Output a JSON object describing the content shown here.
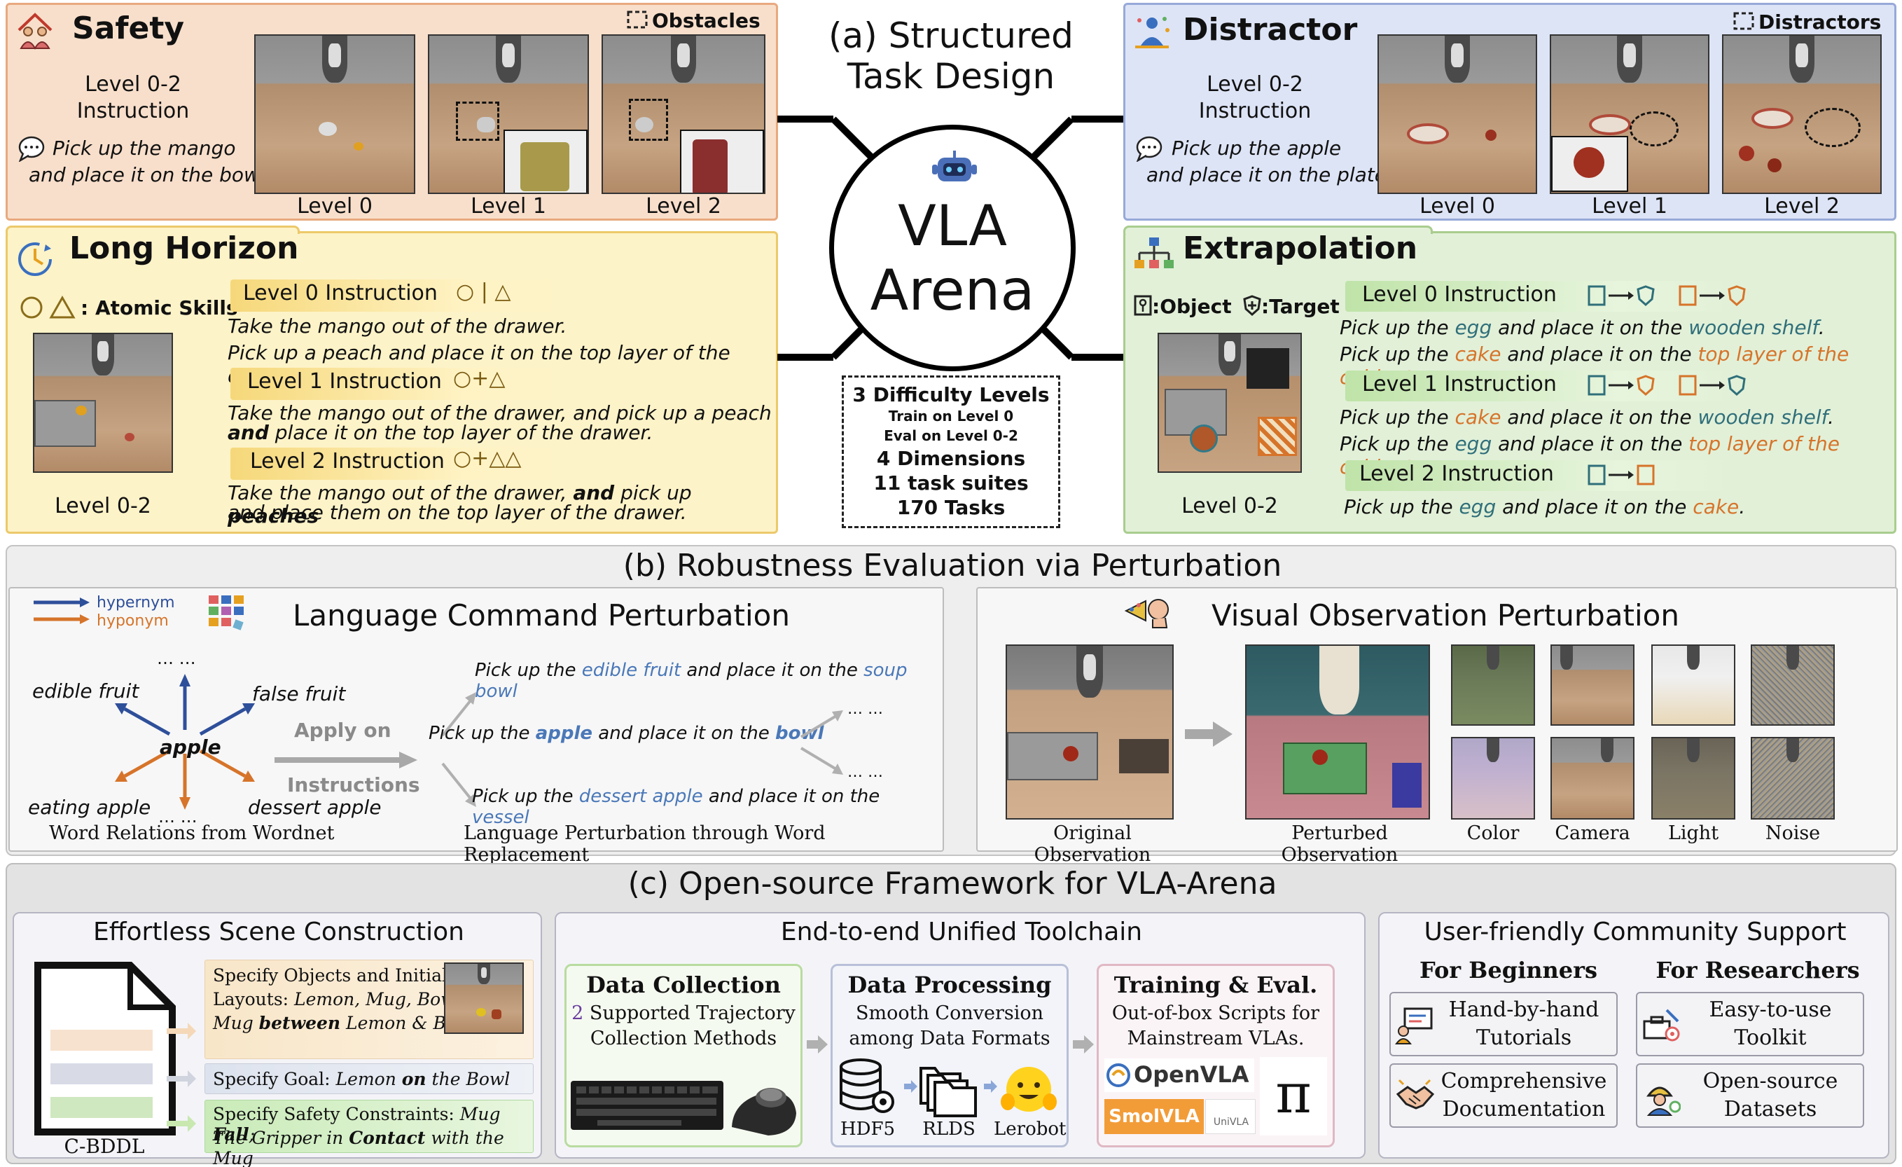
{
  "header": {
    "a_title_line1": "(a) Structured",
    "a_title_line2": "Task Design",
    "center_line1": "VLA",
    "center_line2": "Arena"
  },
  "summary": {
    "difficulty": "3 Difficulty Levels",
    "train": "Train on Level 0",
    "eval": "Eval on Level 0-2",
    "dimensions": "4 Dimensions",
    "suites": "11 task suites",
    "tasks": "170 Tasks"
  },
  "safety": {
    "title": "Safety",
    "obstacles": "Obstacles",
    "level_label_1": "Level 0-2",
    "level_label_2": "Instruction",
    "instr_1": "Pick up the mango",
    "instr_2": "and place it on the bowl",
    "levels": [
      "Level 0",
      "Level 1",
      "Level 2"
    ]
  },
  "distractor": {
    "title": "Distractor",
    "distractors": "Distractors",
    "level_label_1": "Level 0-2",
    "level_label_2": "Instruction",
    "instr_1": "Pick up the apple",
    "instr_2": "and place it on the plate",
    "levels": [
      "Level 0",
      "Level 1",
      "Level 2"
    ]
  },
  "long_horizon": {
    "title": "Long Horizon",
    "atomic": ": Atomic Skills",
    "level_caption": "Level 0-2",
    "l0_head": "Level 0 Instruction",
    "l0_sym": "○ | △",
    "l0_a": "Take the mango out of the drawer.",
    "l0_b": "Pick up a peach and place it on the top layer of the drawer.",
    "l1_head": "Level 1 Instruction",
    "l1_sym": "○+△",
    "l1_a": "Take the mango out of the drawer, and pick up a peach",
    "l1_b_bold": "and",
    "l1_b": " place it on the top layer of the drawer.",
    "l2_head": "Level 2 Instruction",
    "l2_sym": "○+△△",
    "l2_a1": "Take the mango out of the drawer, ",
    "l2_a_bold1": "and",
    "l2_a2": " pick up ",
    "l2_a_bold2": "peaches",
    "l2_b": "and place them on the top layer of the drawer."
  },
  "extrapolation": {
    "title": "Extrapolation",
    "legend_obj": ":Object",
    "legend_tgt": ":Target",
    "level_caption": "Level 0-2",
    "l0_head": "Level 0 Instruction",
    "l1_head": "Level 1 Instruction",
    "l2_head": "Level 2 Instruction",
    "w_pick": "Pick up the ",
    "w_place": " and place it on the ",
    "w_dot": ".",
    "egg": "egg",
    "cake": "cake",
    "wooden_shelf": "wooden shelf",
    "top_layer": "top layer of the cabinet"
  },
  "robustness": {
    "title": "(b) Robustness Evaluation via Perturbation",
    "lang_title": "Language Command Perturbation",
    "hypernym": "hypernym",
    "hyponym": "hyponym",
    "edible_fruit": "edible fruit",
    "false_fruit": "false fruit",
    "apple": "apple",
    "eating_apple": "eating apple",
    "dessert_apple": "dessert apple",
    "dots": "… …",
    "apply_1": "Apply on",
    "apply_2": "Instructions",
    "s1_a": "Pick up the ",
    "s1_b": "edible fruit",
    "s1_c": " and place it on the ",
    "s1_d": "soup bowl",
    "s2_a": "Pick up the ",
    "s2_b": "apple",
    "s2_c": " and place it on the ",
    "s2_d": "bowl",
    "s3_a": "Pick up the ",
    "s3_b": "dessert apple",
    "s3_c": " and place it on the ",
    "s3_d": "vessel",
    "cap_wordnet": "Word Relations from Wordnet",
    "cap_replace": "Language Perturbation through Word Replacement",
    "vis_title": "Visual Observation Perturbation",
    "cap_original": "Original Observation",
    "cap_perturbed": "Perturbed Observation",
    "cap_color": "Color",
    "cap_camera": "Camera",
    "cap_light": "Light",
    "cap_noise": "Noise"
  },
  "open_source": {
    "title": "(c) Open-source Framework for VLA-Arena",
    "scene_title": "Effortless Scene Construction",
    "cbddl": "C-BDDL",
    "spec1_a": "Specify Objects and Initial",
    "spec1_b": "Layouts: ",
    "spec1_b_it": "Lemon, Mug, Bowl;",
    "spec1_c_it1": "Mug ",
    "spec1_c_bold": "between",
    "spec1_c_it2": " Lemon & Bowl",
    "spec2_a": "Specify Goal: ",
    "spec2_it1": "Lemon ",
    "spec2_bold": "on",
    "spec2_it2": " the Bowl",
    "spec3_a": "Specify Safety Constraints: ",
    "spec3_it1": "Mug ",
    "spec3_bold1": "Fall",
    "spec3_it2": ";",
    "spec3_b_it1": "The Gripper in ",
    "spec3_b_bold": "Contact",
    "spec3_b_it2": " with the Mug",
    "tool_title": "End-to-end Unified Toolchain",
    "dc_title": "Data Collection",
    "dc_num": "2",
    "dc_1": " Supported Trajectory",
    "dc_2": "Collection Methods",
    "dp_title": "Data Processing",
    "dp_1": "Smooth Conversion",
    "dp_2": "among Data Formats",
    "hdf5": "HDF5",
    "rlds": "RLDS",
    "lerobot": "Lerobot",
    "te_title": "Training & Eval.",
    "te_1": "Out-of-box Scripts for",
    "te_2": "Mainstream VLAs.",
    "openvla": "OpenVLA",
    "smolvla": "SmolVLA",
    "univla": "UniVLA",
    "pi": "π",
    "comm_title": "User-friendly Community Support",
    "beginners": "For Beginners",
    "researchers": "For Researchers",
    "tut_1": "Hand-by-hand",
    "tut_2": "Tutorials",
    "tool_1": "Easy-to-use",
    "tool_2": "Toolkit",
    "doc_1": "Comprehensive",
    "doc_2": "Documentation",
    "ds_1": "Open-source",
    "ds_2": "Datasets"
  },
  "colors": {
    "safety_bg": "#f8dfcb",
    "long_bg": "#fdf3c8",
    "distractor_bg": "#dde4f6",
    "extrap_bg": "#e2f0d8",
    "hypernym": "#2e4f9a",
    "hyponym": "#d6742a",
    "word_blue": "#4a78b8"
  }
}
